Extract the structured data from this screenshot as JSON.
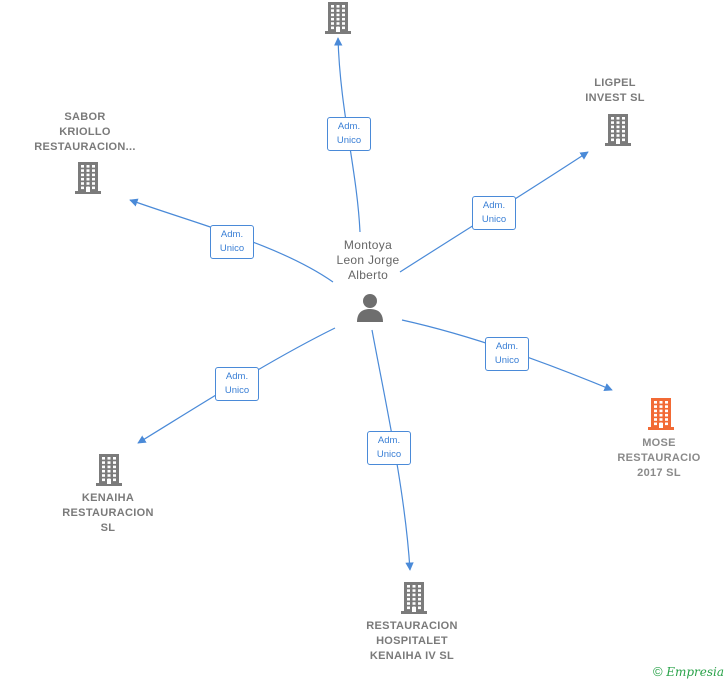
{
  "center": {
    "name": "Montoya\nLeon Jorge\nAlberto",
    "icon": "person-icon"
  },
  "relation_label": "Adm.\nUnico",
  "companies": [
    {
      "id": "top",
      "name": "",
      "icon": "building-icon"
    },
    {
      "id": "ligpel",
      "name": "LIGPEL\nINVEST  SL",
      "icon": "building-icon"
    },
    {
      "id": "sabor",
      "name": "SABOR\nKRIOLLO\nRESTAURACION...",
      "icon": "building-icon"
    },
    {
      "id": "mose",
      "name": "MOSE\nRESTAURACIO\n2017  SL",
      "icon": "building-icon",
      "highlight": true
    },
    {
      "id": "kenaiha",
      "name": "KENAIHA\nRESTAURACION\nSL",
      "icon": "building-icon"
    },
    {
      "id": "hospitalet",
      "name": "RESTAURACION\nHOSPITALET\nKENAIHA IV  SL",
      "icon": "building-icon"
    }
  ],
  "edges": [
    {
      "to": "top",
      "label": "Adm.\nUnico"
    },
    {
      "to": "ligpel",
      "label": "Adm.\nUnico"
    },
    {
      "to": "sabor",
      "label": "Adm.\nUnico"
    },
    {
      "to": "mose",
      "label": "Adm.\nUnico"
    },
    {
      "to": "kenaiha",
      "label": "Adm.\nUnico"
    },
    {
      "to": "hospitalet",
      "label": "Adm.\nUnico"
    }
  ],
  "colors": {
    "edge": "#4a8ad8",
    "building": "#7b7b7b",
    "building_highlight": "#f26a35",
    "person": "#6e6e6e"
  },
  "footer": {
    "copyright_symbol": "©",
    "brand": "Empresia"
  }
}
